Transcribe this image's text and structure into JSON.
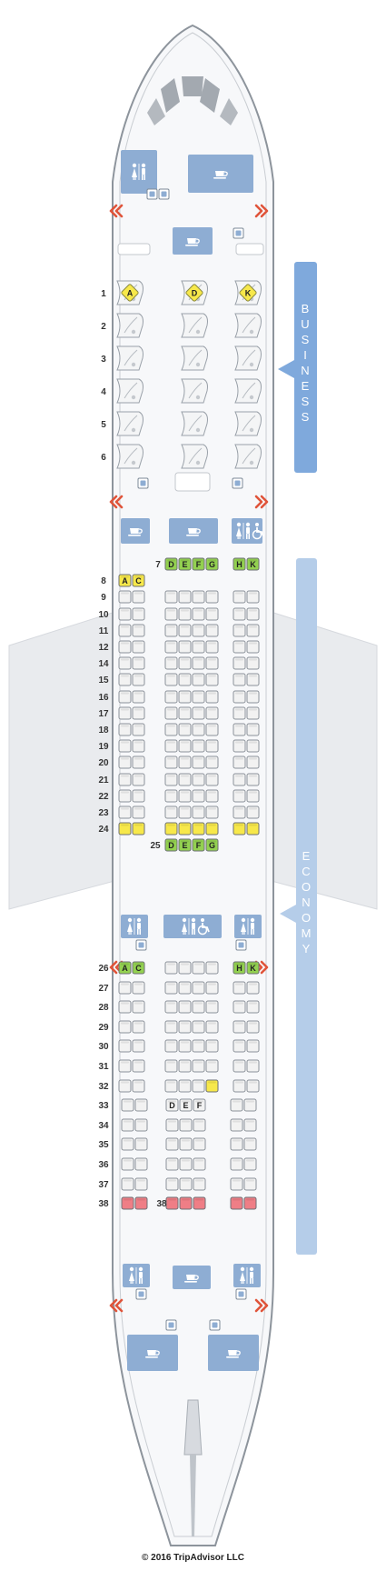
{
  "colors": {
    "fuselage": "#f7f8fa",
    "fuselage_outline": "#8d949c",
    "facility": "#8eadd3",
    "exit_arrow": "#e0543a",
    "seat_std": "#f2f2f2",
    "seat_good": "#93d150",
    "seat_warn": "#f7e84a",
    "seat_bad": "#ef7e86",
    "business_bar": "#7fa9dc",
    "economy_bar": "#b5cde9",
    "row_number": "#333333"
  },
  "icons": {
    "lavatory": "lavatory-icon",
    "galley": "galley-cup-icon",
    "accessible": "wheelchair-icon",
    "exit": "exit-chevron-icon"
  },
  "cabins": {
    "business": {
      "label": "BUSINESS",
      "rows": [
        "1",
        "2",
        "3",
        "4",
        "5",
        "6"
      ]
    },
    "economy": {
      "label": "ECONOMY"
    }
  },
  "business_seat_letters": [
    "A",
    "D",
    "K"
  ],
  "economy_rows": [
    {
      "num": "7",
      "left": [],
      "center": [
        "good",
        "good",
        "good",
        "good"
      ],
      "right": [
        "good",
        "good"
      ],
      "center_letters": [
        "D",
        "E",
        "F",
        "G"
      ],
      "right_letters": [
        "H",
        "K"
      ]
    },
    {
      "num": "8",
      "left": [
        "warn",
        "warn"
      ],
      "center": [],
      "right": [],
      "left_letters": [
        "A",
        "C"
      ]
    },
    {
      "num": "9",
      "left": [
        "std",
        "std"
      ],
      "center": [
        "std",
        "std",
        "std",
        "std"
      ],
      "right": [
        "std",
        "std"
      ]
    },
    {
      "num": "10",
      "left": [
        "std",
        "std"
      ],
      "center": [
        "std",
        "std",
        "std",
        "std"
      ],
      "right": [
        "std",
        "std"
      ]
    },
    {
      "num": "11",
      "left": [
        "std",
        "std"
      ],
      "center": [
        "std",
        "std",
        "std",
        "std"
      ],
      "right": [
        "std",
        "std"
      ]
    },
    {
      "num": "12",
      "left": [
        "std",
        "std"
      ],
      "center": [
        "std",
        "std",
        "std",
        "std"
      ],
      "right": [
        "std",
        "std"
      ]
    },
    {
      "num": "14",
      "left": [
        "std",
        "std"
      ],
      "center": [
        "std",
        "std",
        "std",
        "std"
      ],
      "right": [
        "std",
        "std"
      ]
    },
    {
      "num": "15",
      "left": [
        "std",
        "std"
      ],
      "center": [
        "std",
        "std",
        "std",
        "std"
      ],
      "right": [
        "std",
        "std"
      ]
    },
    {
      "num": "16",
      "left": [
        "std",
        "std"
      ],
      "center": [
        "std",
        "std",
        "std",
        "std"
      ],
      "right": [
        "std",
        "std"
      ]
    },
    {
      "num": "17",
      "left": [
        "std",
        "std"
      ],
      "center": [
        "std",
        "std",
        "std",
        "std"
      ],
      "right": [
        "std",
        "std"
      ]
    },
    {
      "num": "18",
      "left": [
        "std",
        "std"
      ],
      "center": [
        "std",
        "std",
        "std",
        "std"
      ],
      "right": [
        "std",
        "std"
      ]
    },
    {
      "num": "19",
      "left": [
        "std",
        "std"
      ],
      "center": [
        "std",
        "std",
        "std",
        "std"
      ],
      "right": [
        "std",
        "std"
      ]
    },
    {
      "num": "20",
      "left": [
        "std",
        "std"
      ],
      "center": [
        "std",
        "std",
        "std",
        "std"
      ],
      "right": [
        "std",
        "std"
      ]
    },
    {
      "num": "21",
      "left": [
        "std",
        "std"
      ],
      "center": [
        "std",
        "std",
        "std",
        "std"
      ],
      "right": [
        "std",
        "std"
      ]
    },
    {
      "num": "22",
      "left": [
        "std",
        "std"
      ],
      "center": [
        "std",
        "std",
        "std",
        "std"
      ],
      "right": [
        "std",
        "std"
      ]
    },
    {
      "num": "23",
      "left": [
        "std",
        "std"
      ],
      "center": [
        "std",
        "std",
        "std",
        "std"
      ],
      "right": [
        "std",
        "std"
      ]
    },
    {
      "num": "24",
      "left": [
        "warn",
        "warn"
      ],
      "center": [
        "warn",
        "warn",
        "warn",
        "warn"
      ],
      "right": [
        "warn",
        "warn"
      ]
    },
    {
      "num": "25",
      "left": [],
      "center": [
        "good",
        "good",
        "good",
        "good"
      ],
      "right": [],
      "center_letters": [
        "D",
        "E",
        "F",
        "G"
      ]
    },
    {
      "num": "26",
      "left": [
        "good",
        "good"
      ],
      "center": [
        "std",
        "std",
        "std",
        "std"
      ],
      "right": [
        "good",
        "good"
      ],
      "left_letters": [
        "A",
        "C"
      ],
      "right_letters": [
        "H",
        "K"
      ]
    },
    {
      "num": "27",
      "left": [
        "std",
        "std"
      ],
      "center": [
        "std",
        "std",
        "std",
        "std"
      ],
      "right": [
        "std",
        "std"
      ]
    },
    {
      "num": "28",
      "left": [
        "std",
        "std"
      ],
      "center": [
        "std",
        "std",
        "std",
        "std"
      ],
      "right": [
        "std",
        "std"
      ]
    },
    {
      "num": "29",
      "left": [
        "std",
        "std"
      ],
      "center": [
        "std",
        "std",
        "std",
        "std"
      ],
      "right": [
        "std",
        "std"
      ]
    },
    {
      "num": "30",
      "left": [
        "std",
        "std"
      ],
      "center": [
        "std",
        "std",
        "std",
        "std"
      ],
      "right": [
        "std",
        "std"
      ]
    },
    {
      "num": "31",
      "left": [
        "std",
        "std"
      ],
      "center": [
        "std",
        "std",
        "std",
        "std"
      ],
      "right": [
        "std",
        "std"
      ]
    },
    {
      "num": "32",
      "left": [
        "std",
        "std"
      ],
      "center": [
        "std",
        "std",
        "std",
        "warn"
      ],
      "right": [
        "std",
        "std"
      ]
    },
    {
      "num": "33",
      "left": [
        "std",
        "std"
      ],
      "center": [
        "std",
        "std",
        "std"
      ],
      "right": [
        "std",
        "std"
      ],
      "center_letters": [
        "D",
        "E",
        "F"
      ]
    },
    {
      "num": "34",
      "left": [
        "std",
        "std"
      ],
      "center": [
        "std",
        "std",
        "std"
      ],
      "right": [
        "std",
        "std"
      ]
    },
    {
      "num": "35",
      "left": [
        "std",
        "std"
      ],
      "center": [
        "std",
        "std",
        "std"
      ],
      "right": [
        "std",
        "std"
      ]
    },
    {
      "num": "36",
      "left": [
        "std",
        "std"
      ],
      "center": [
        "std",
        "std",
        "std"
      ],
      "right": [
        "std",
        "std"
      ]
    },
    {
      "num": "37",
      "left": [
        "std",
        "std"
      ],
      "center": [
        "std",
        "std",
        "std"
      ],
      "right": [
        "std",
        "std"
      ]
    },
    {
      "num": "38",
      "left": [
        "bad",
        "bad"
      ],
      "center": [
        "bad",
        "bad",
        "bad"
      ],
      "right": [
        "bad",
        "bad"
      ],
      "center_number": "38"
    }
  ],
  "copyright": "© 2016 TripAdvisor LLC"
}
